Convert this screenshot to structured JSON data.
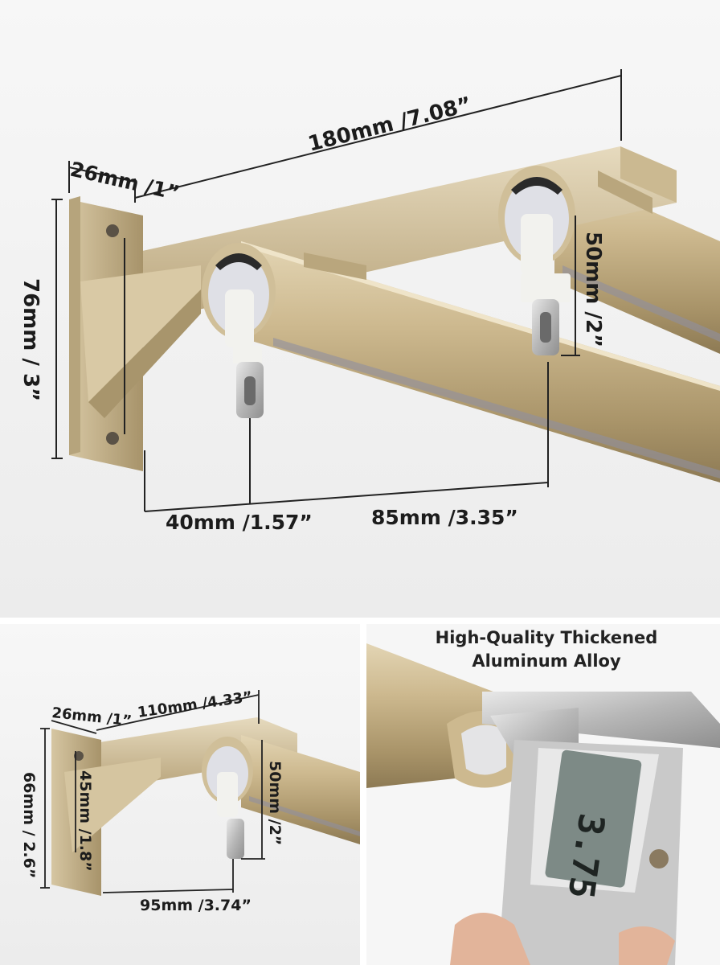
{
  "top_panel": {
    "depth_label": "26mm /1”",
    "width_label": "180mm /7.08”",
    "height_label": "76mm / 3”",
    "rail_height_label": "50mm /2”",
    "first_rail_label": "40mm /1.57”",
    "second_rail_label": "85mm /3.35”"
  },
  "bottom_left_panel": {
    "depth_label": "26mm /1”",
    "width_label": "110mm /4.33”",
    "height_label": "66mm / 2.6”",
    "inner_height_label": "45mm /1.8”",
    "rail_height_label": "50mm /2”",
    "rail_offset_label": "95mm /3.74”"
  },
  "bottom_right_panel": {
    "title_line1": "High-Quality Thickened",
    "title_line2": "Aluminum Alloy",
    "caliper_reading": "3.75"
  },
  "colors": {
    "aluminum_gold": "#c8b58f",
    "aluminum_shadow": "#9c8a64",
    "background": "#f4f4f4"
  }
}
